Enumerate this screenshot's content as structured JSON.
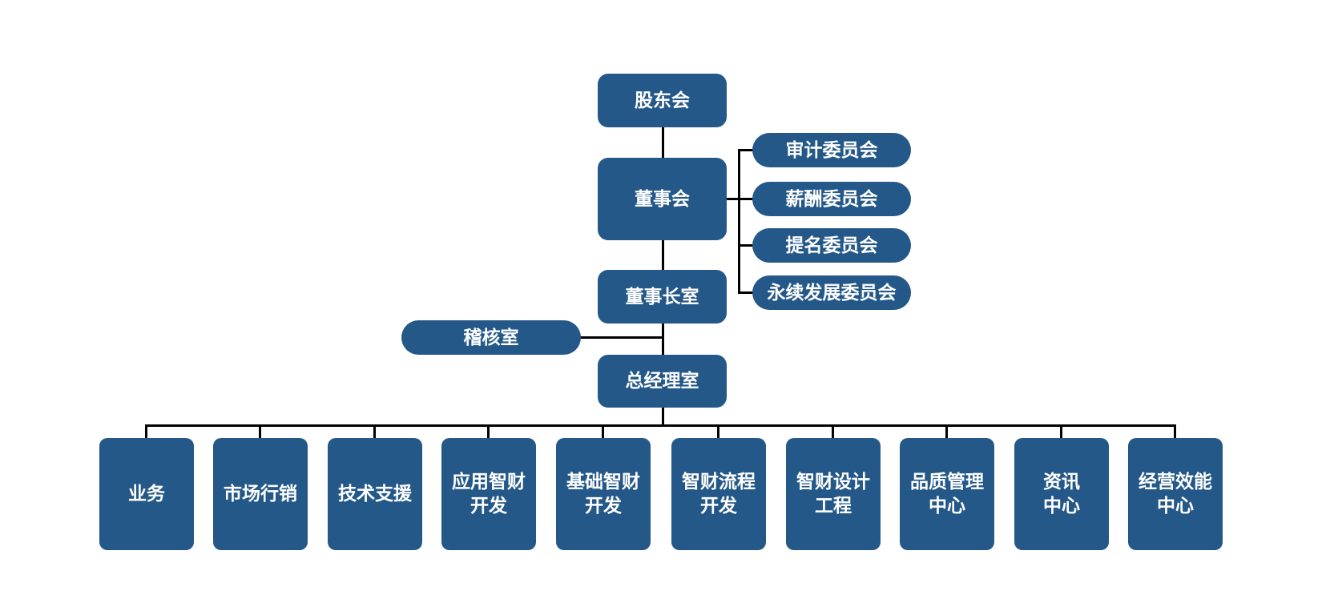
{
  "colors": {
    "node_fill": "#245888",
    "node_text": "#ffffff",
    "connector": "#000000",
    "background": "#ffffff"
  },
  "top_nodes": {
    "shareholders": "股东会",
    "board": "董事会",
    "chairman_office": "董事长室",
    "audit_office": "稽核室",
    "gm_office": "总经理室"
  },
  "committees": [
    "审计委员会",
    "薪酬委员会",
    "提名委员会",
    "永续发展委员会"
  ],
  "departments": [
    "业务",
    "市场行销",
    "技术支援",
    "应用智财\n开发",
    "基础智财\n开发",
    "智财流程\n开发",
    "智财设计\n工程",
    "品质管理\n中心",
    "资讯\n中心",
    "经营效能\n中心"
  ]
}
